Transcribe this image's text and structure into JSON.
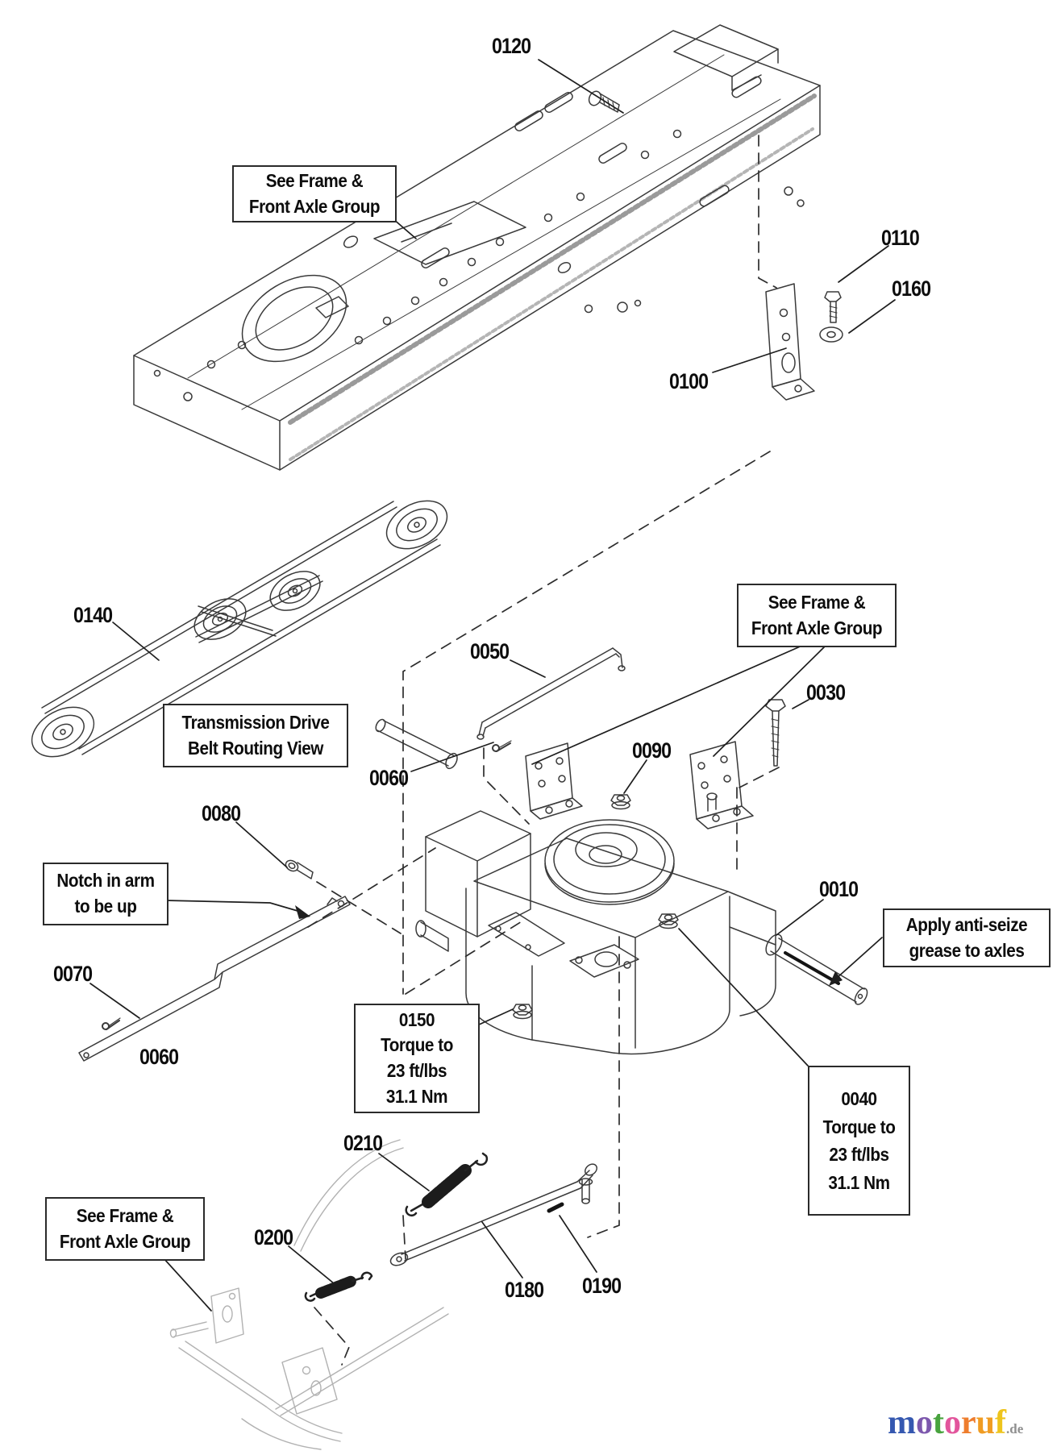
{
  "labels": {
    "l0120": "0120",
    "l0110": "0110",
    "l0160": "0160",
    "l0100": "0100",
    "l0140": "0140",
    "l0050": "0050",
    "l0030": "0030",
    "l0090": "0090",
    "l0060_upper": "0060",
    "l0080": "0080",
    "l0070": "0070",
    "l0060_lower": "0060",
    "l0010": "0010",
    "l0210": "0210",
    "l0200": "0200",
    "l0180": "0180",
    "l0190": "0190"
  },
  "callouts": {
    "see_frame_top": {
      "lines": [
        "See Frame &",
        "Front Axle Group"
      ]
    },
    "belt_routing": {
      "lines": [
        "Transmission Drive",
        "Belt Routing View"
      ]
    },
    "see_frame_mid": {
      "lines": [
        "See Frame &",
        "Front Axle Group"
      ]
    },
    "notch_in_arm": {
      "lines": [
        "Notch in arm",
        "to be up"
      ]
    },
    "anti_seize": {
      "lines": [
        "Apply anti-seize",
        "grease to axles"
      ]
    },
    "torque_0150": {
      "lines": [
        "0150",
        "Torque to",
        "23 ft/lbs",
        "31.1 Nm"
      ]
    },
    "torque_0040": {
      "lines": [
        "0040",
        "Torque to",
        "23 ft/lbs",
        "31.1 Nm"
      ]
    },
    "see_frame_bottom": {
      "lines": [
        "See Frame &",
        "Front Axle Group"
      ]
    }
  },
  "brand": {
    "letters": [
      {
        "ch": "m",
        "color": "#3558b0"
      },
      {
        "ch": "o",
        "color": "#7d58ad"
      },
      {
        "ch": "t",
        "color": "#48a33e"
      },
      {
        "ch": "o",
        "color": "#e2559c"
      },
      {
        "ch": "r",
        "color": "#ee7d2d"
      },
      {
        "ch": "u",
        "color": "#f09c22"
      },
      {
        "ch": "f",
        "color": "#eec41c"
      }
    ],
    "suffix": ".de"
  }
}
